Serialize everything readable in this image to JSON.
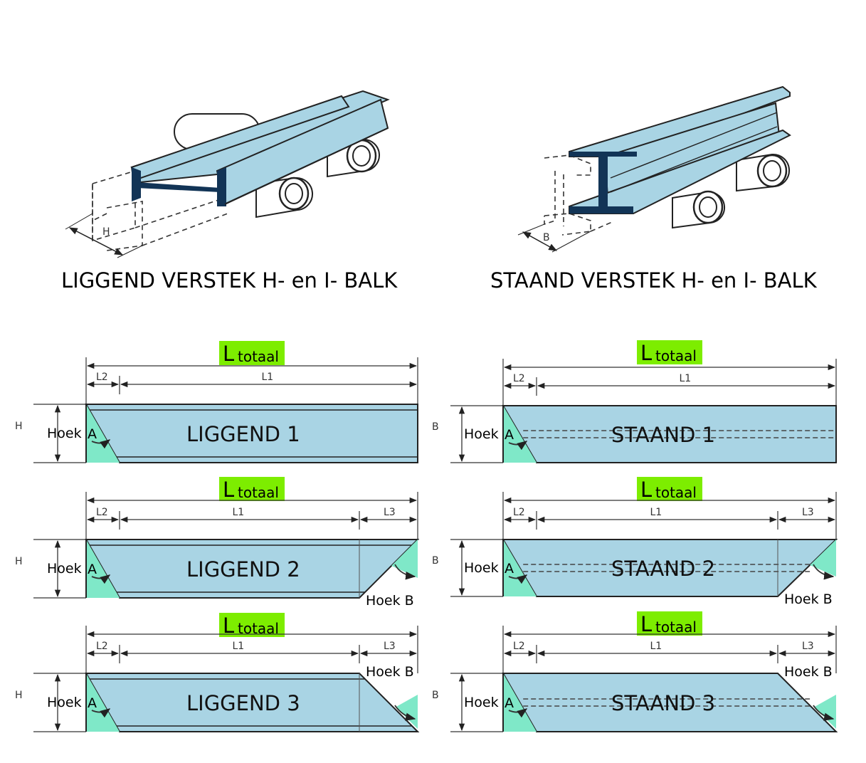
{
  "colors": {
    "beam_fill": "#a9d4e4",
    "angle_fill": "#7fe8c8",
    "ltotal_badge": "#7ded00",
    "beam_edge": "#222222",
    "beam_dark": "#123456"
  },
  "top": {
    "left_caption": "LIGGEND VERSTEK H- en I- BALK",
    "right_caption": "STAAND VERSTEK H- en I- BALK",
    "left_dim_label": "H",
    "right_dim_label": "B"
  },
  "diagrams": {
    "l_total_main": "L",
    "l_total_sub": "totaal",
    "l1": "L1",
    "l2": "L2",
    "l3": "L3",
    "hoek": "Hoek",
    "hoek_a_letter": "A",
    "hoek_b": "Hoek B",
    "h": "H",
    "b": "B",
    "liggend_1": "LIGGEND 1",
    "liggend_2": "LIGGEND 2",
    "liggend_3": "LIGGEND 3",
    "staand_1": "STAAND 1",
    "staand_2": "STAAND 2",
    "staand_3": "STAAND 3"
  }
}
